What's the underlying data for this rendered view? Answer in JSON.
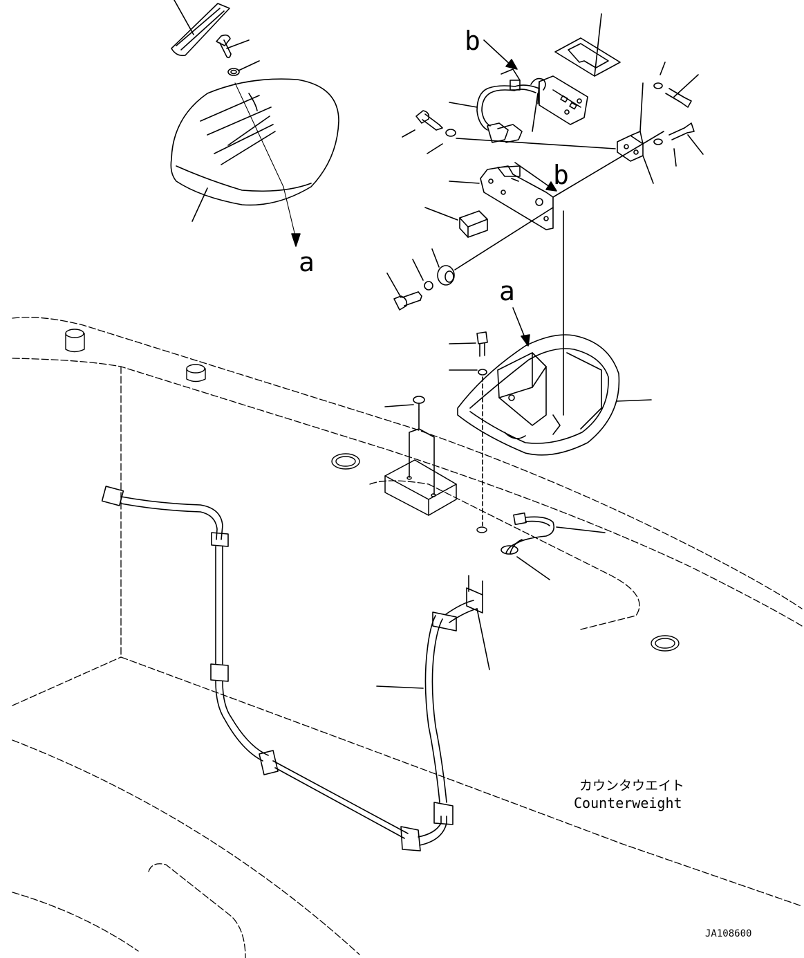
{
  "callouts": {
    "a_top": "a",
    "a_mid": "a",
    "b_top": "b",
    "b_mid": "b"
  },
  "labels": {
    "counterweight_jp": "カウンタウエイト",
    "counterweight_en": "Counterweight",
    "drawing_number": "JA108600"
  }
}
